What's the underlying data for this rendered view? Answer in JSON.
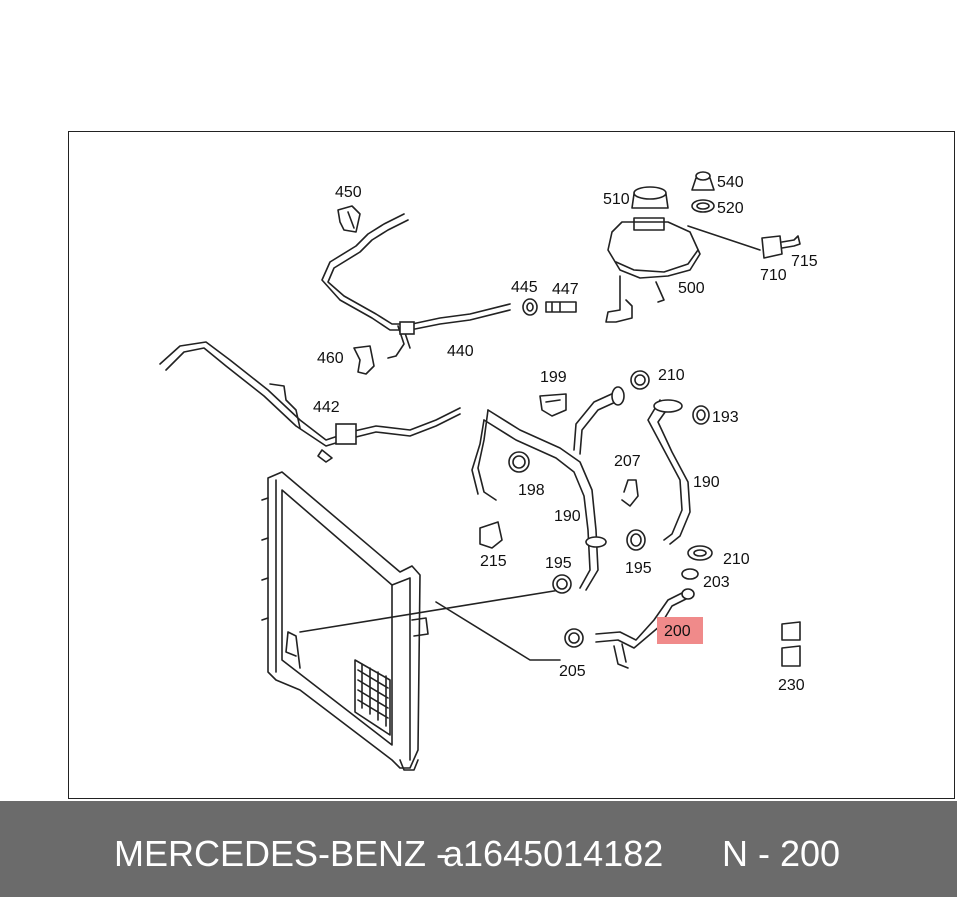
{
  "footer": {
    "brand": "MERCEDES-BENZ -",
    "part_number": "a1645014182",
    "reference": "N - 200"
  },
  "callouts": {
    "c450": "450",
    "c510": "510",
    "c540": "540",
    "c520": "520",
    "c715": "715",
    "c710": "710",
    "c500": "500",
    "c445": "445",
    "c447": "447",
    "c460": "460",
    "c440": "440",
    "c442": "442",
    "c199": "199",
    "c210a": "210",
    "c193": "193",
    "c207": "207",
    "c198": "198",
    "c190a": "190",
    "c190b": "190",
    "c215": "215",
    "c195a": "195",
    "c195b": "195",
    "c210b": "210",
    "c203": "203",
    "c200": "200",
    "c205": "205",
    "c230": "230"
  },
  "colors": {
    "highlight": "#f08a8a",
    "footer_bg": "#6b6b6b",
    "footer_text": "#ffffff"
  }
}
